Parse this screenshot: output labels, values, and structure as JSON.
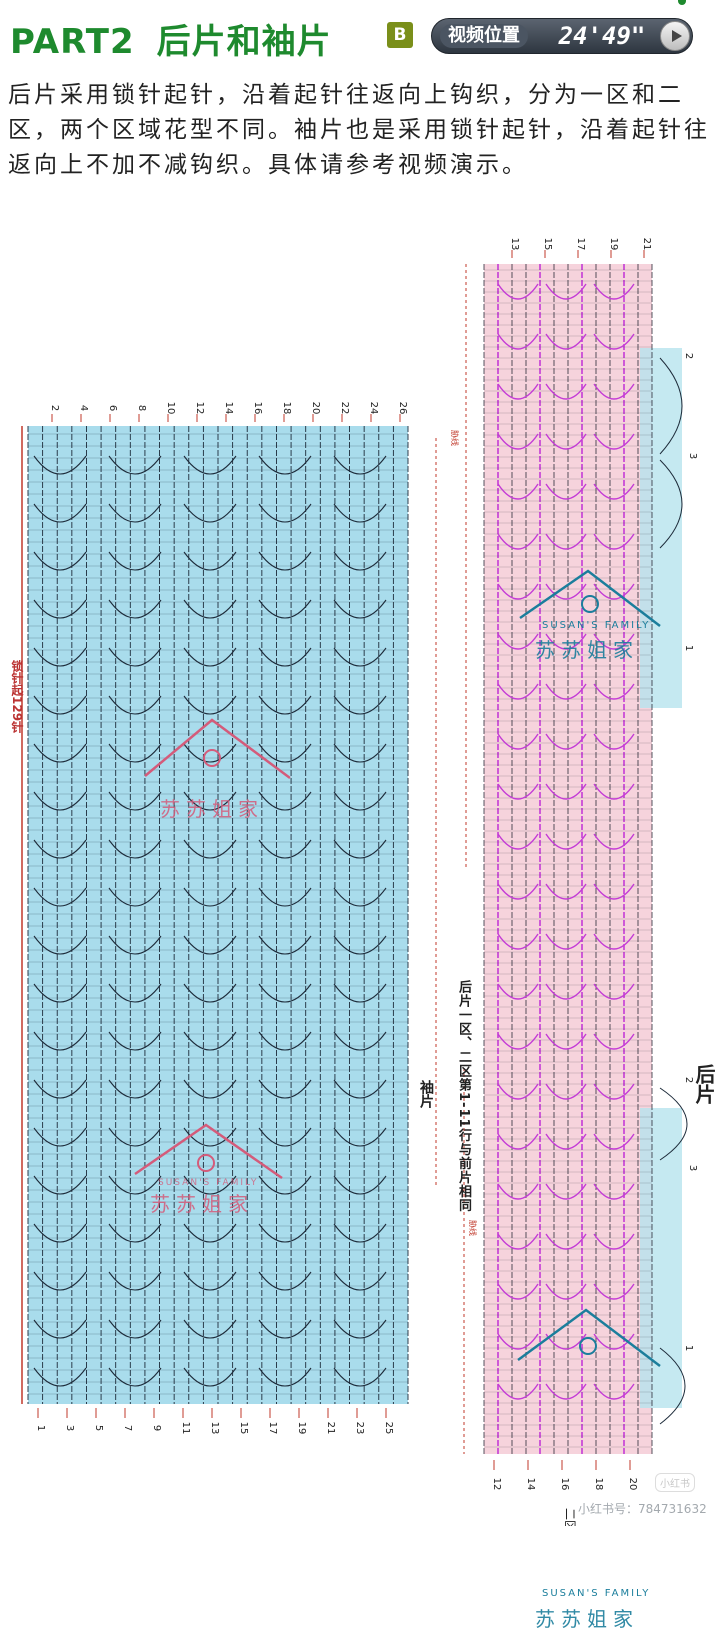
{
  "header": {
    "part": "PART2",
    "section_title": "后片和袖片",
    "badge": "B",
    "video_label": "视频位置",
    "video_time": "24'49\""
  },
  "intro_text": "后片采用锁针起针，沿着起针往返向上钩织，分为一区和二区，两个区域花型不同。袖片也是采用锁针起针，沿着起针往返向上不加不减钩织。具体请参考视频演示。",
  "sleeve_chart": {
    "label": "袖片",
    "chain_label": "锁针起129针",
    "top_rows": [
      "2",
      "4",
      "6",
      "8",
      "10",
      "12",
      "14",
      "16",
      "18",
      "20",
      "22",
      "24",
      "26"
    ],
    "bottom_rows": [
      "1",
      "3",
      "5",
      "7",
      "9",
      "11",
      "13",
      "15",
      "17",
      "19",
      "21",
      "23",
      "25"
    ],
    "fill_color": "#a9dcec"
  },
  "back_chart": {
    "label": "后片",
    "note": "后片一区、二区第1-11行与前片相同",
    "top_rows": [
      "13",
      "15",
      "17",
      "19",
      "21"
    ],
    "bottom_rows": [
      "12",
      "14",
      "16",
      "18",
      "20"
    ],
    "right_rows": [
      "2",
      "3",
      "1",
      "2",
      "3",
      "1"
    ],
    "zone_marker": "二区",
    "side_note": "胁线",
    "fill_color": "#f6d3dc",
    "accent_color": "#c43bd6"
  },
  "watermarks": {
    "brand_red": "苏苏姐家",
    "brand_blue": "苏苏姐家",
    "brand_en": "SUSAN'S FAMILY",
    "footer": "小红书号：784731632",
    "logo": "小红书"
  }
}
